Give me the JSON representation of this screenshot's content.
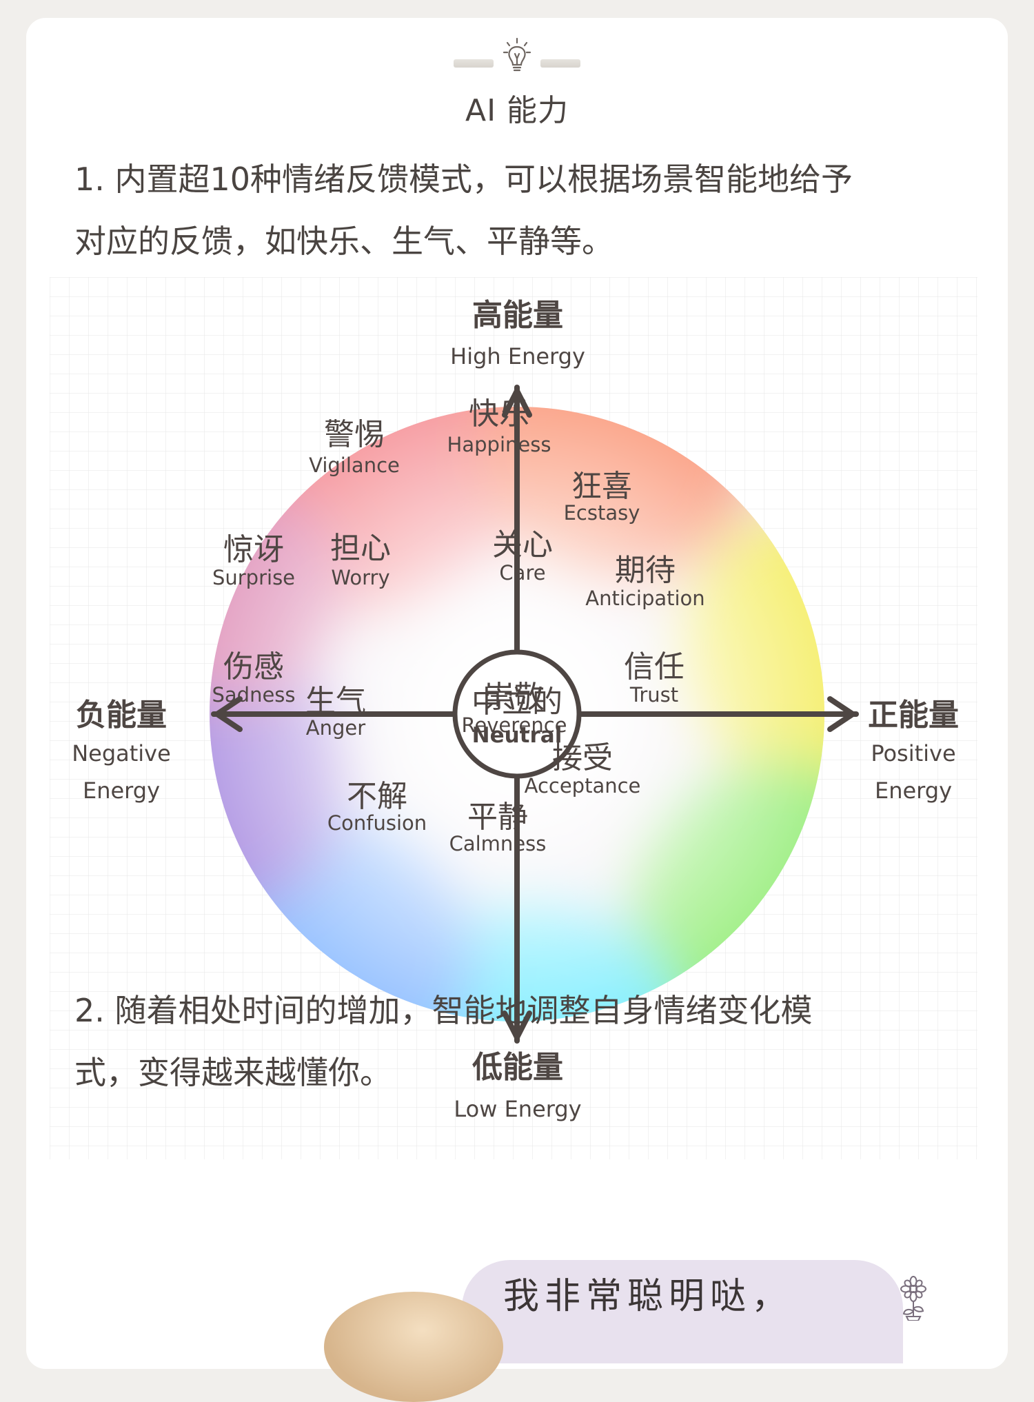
{
  "section": {
    "title": "AI 能力",
    "icon": "lightbulb-icon"
  },
  "paragraphs": {
    "p1_line1": "1. 内置超10种情绪反馈模式，可以根据场景智能地给予",
    "p1_line2": "对应的反馈，如快乐、生气、平静等。",
    "p2_line1": "2. 随着相处时间的增加，智能地调整自身情绪变化模",
    "p2_line2": "式，变得越来越懂你。"
  },
  "diagram": {
    "axes": {
      "top": {
        "zh": "高能量",
        "en": "High Energy"
      },
      "bottom": {
        "zh": "低能量",
        "en": "Low Energy"
      },
      "left": {
        "zh": "负能量",
        "en1": "Negative",
        "en2": "Energy"
      },
      "right": {
        "zh": "正能量",
        "en1": "Positive",
        "en2": "Energy"
      }
    },
    "center": {
      "zh": "中立的",
      "en": "Neutral"
    },
    "emotions": [
      {
        "zh": "警惕",
        "en": "Vigilance"
      },
      {
        "zh": "快乐",
        "en": "Happiness"
      },
      {
        "zh": "狂喜",
        "en": "Ecstasy"
      },
      {
        "zh": "惊讶",
        "en": "Surprise"
      },
      {
        "zh": "担心",
        "en": "Worry"
      },
      {
        "zh": "关心",
        "en": "Care"
      },
      {
        "zh": "期待",
        "en": "Anticipation"
      },
      {
        "zh": "伤感",
        "en": "Sadness"
      },
      {
        "zh": "生气",
        "en": "Anger"
      },
      {
        "zh": "信任",
        "en": "Trust"
      },
      {
        "zh": "崇敬",
        "en": "Reverence"
      },
      {
        "zh": "接受",
        "en": "Acceptance"
      },
      {
        "zh": "不解",
        "en": "Confusion"
      },
      {
        "zh": "平静",
        "en": "Calmness"
      }
    ],
    "colors": {
      "axis": "#4e4643",
      "grid": "#e9e9e9",
      "top_left": "#f7a1a6",
      "top_right": "#fba98f",
      "right": "#f6f07a",
      "bottom_right": "#a6f08e",
      "bottom": "#8ff0ff",
      "left": "#b8a1e6"
    }
  },
  "speech": {
    "text": "我非常聪明哒，",
    "icon": "flower-icon"
  }
}
